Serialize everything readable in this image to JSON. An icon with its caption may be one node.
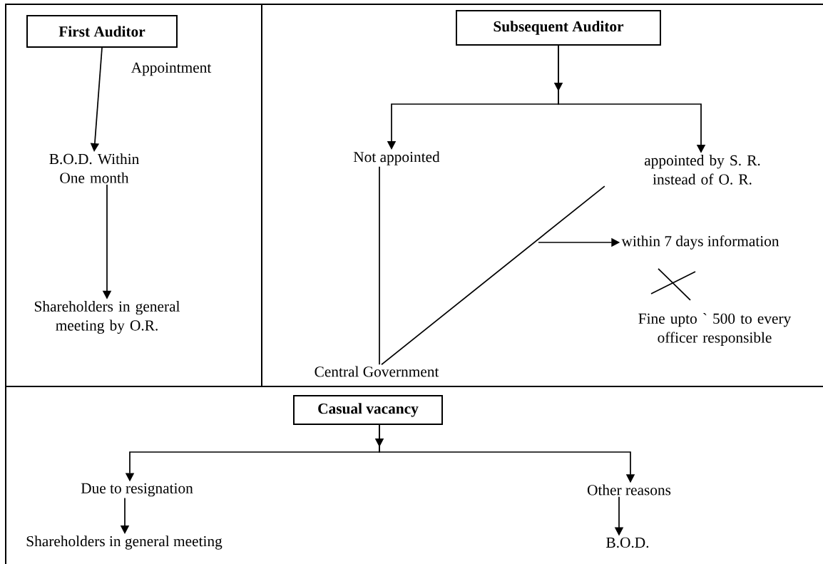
{
  "diagram": {
    "nodes": [
      {
        "text": [
          "First Auditor"
        ]
      },
      {
        "text": [
          "B.O.D. Within One month"
        ]
      },
      {
        "text": [
          "Shareholders in general meeting by O.R."
        ]
      },
      {
        "text": [
          "Subsequent Auditor"
        ]
      },
      {
        "text": [
          "Not appointed"
        ]
      },
      {
        "text": [
          "appointed by S. R. instead of O. R."
        ]
      },
      {
        "text": [
          "Central Government"
        ]
      },
      {
        "text": [
          "within 7 days information"
        ]
      },
      {
        "text": [
          "Fine upto ` 500 to every officer responsible"
        ]
      },
      {
        "text": [
          "Casual vacancy"
        ]
      },
      {
        "text": [
          "Due to resignation"
        ]
      },
      {
        "text": [
          "Other reasons"
        ]
      },
      {
        "text": [
          "Shareholders in general meeting"
        ]
      },
      {
        "text": [
          "B.O.D."
        ]
      }
    ],
    "edges": [
      {
        "from": 0,
        "to": 1,
        "arrow": "to",
        "label": "Appointment"
      },
      {
        "from": 1,
        "to": 2,
        "arrow": "to"
      },
      {
        "from": 3,
        "to": 4,
        "arrow": "to"
      },
      {
        "from": 3,
        "to": 5,
        "arrow": "to"
      },
      {
        "from": 4,
        "to": 6,
        "arrow": "none"
      },
      {
        "from": 5,
        "to": 6,
        "arrow": "none"
      },
      {
        "from": null,
        "to": 7,
        "arrow": "to"
      },
      {
        "from": 9,
        "to": 10,
        "arrow": "to"
      },
      {
        "from": 9,
        "to": 11,
        "arrow": "to"
      },
      {
        "from": 10,
        "to": 12,
        "arrow": "to"
      },
      {
        "from": 11,
        "to": 13,
        "arrow": "to"
      }
    ]
  }
}
